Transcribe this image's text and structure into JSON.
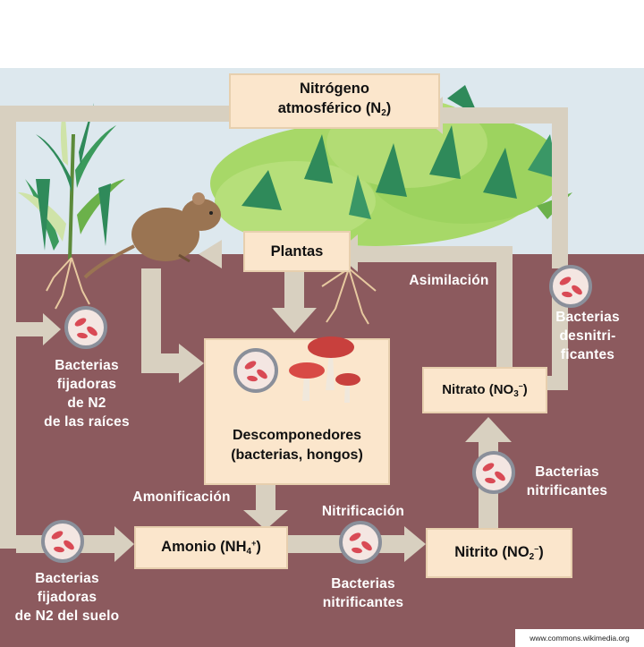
{
  "diagram": {
    "nodes": {
      "n2": {
        "line1": "Nitrógeno",
        "line2_pre": "atmosférico (N",
        "line2_sub": "2",
        "line2_post": ")"
      },
      "plantas": {
        "label": "Plantas"
      },
      "descomponedores": {
        "line1": "Descomponedores",
        "line2": "(bacterias, hongos)"
      },
      "amonio": {
        "pre": "Amonio (NH",
        "sub": "4",
        "sup": "+",
        "post": ")"
      },
      "nitrito": {
        "pre": "Nitrito (NO",
        "sub": "2",
        "sup": "–",
        "post": ")"
      },
      "nitrato": {
        "pre": "Nitrato (NO",
        "sub": "3",
        "sup": "–",
        "post": ")"
      }
    },
    "labels": {
      "asimilacion": "Asimilación",
      "amonificacion": "Amonificación",
      "nitrificacion": "Nitrificación",
      "fijadoras_raices": [
        "Bacterias",
        "fijadoras",
        "de N2",
        "de las raíces"
      ],
      "fijadoras_suelo": [
        "Bacterias",
        "fijadoras",
        "de N2 del suelo"
      ],
      "desnitrificantes": [
        "Bacterias",
        "desnitri-",
        "ficantes"
      ],
      "nitrificantes_right": [
        "Bacterias",
        "nitrificantes"
      ],
      "nitrificantes_bottom": [
        "Bacterias",
        "nitrificantes"
      ]
    },
    "credit": "www.commons.wikimedia.org",
    "colors": {
      "soil": "#8c5a5e",
      "sky": "#dde8ee",
      "arrow": "#d8d0c0",
      "box": "#fbe6cc",
      "bacteria": "#d94a55",
      "foliage": "#a7d868",
      "leaf_dark": "#2f8a5a"
    }
  }
}
